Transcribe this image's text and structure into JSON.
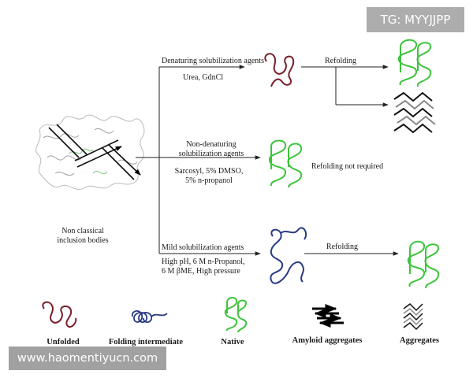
{
  "colors": {
    "unfolded": "#7a1f2b",
    "intermediate": "#2a3a86",
    "native": "#3cc43c",
    "amyloid": "#000000",
    "lines": "#222222"
  },
  "paths": {
    "denaturing": {
      "title": "Denaturing solubilization agents",
      "agents": "Urea, GdnCl",
      "step": "Refolding"
    },
    "non_denaturing": {
      "title_line1": "Non-denaturing",
      "title_line2": "solubilization agents",
      "agents_line1": "Sarcosyl, 5% DMSO,",
      "agents_line2": "5% n-propanol",
      "step": "Refolding not required"
    },
    "mild": {
      "title": "Mild solubilization agents",
      "agents_line1": "High pH, 6 M n-Propanol,",
      "agents_line2": "6 M βME, High pressure",
      "step": "Refolding"
    }
  },
  "source": {
    "label_line1": "Non classical",
    "label_line2": "inclusion bodies"
  },
  "legend": [
    {
      "key": "unfolded",
      "label": "Unfolded"
    },
    {
      "key": "intermediate",
      "label": "Folding intermediate"
    },
    {
      "key": "native",
      "label": "Native"
    },
    {
      "key": "amyloid",
      "label": "Amyloid aggregates"
    },
    {
      "key": "aggregates",
      "label": "Aggregates"
    }
  ],
  "watermarks": {
    "top": "TG: MYYJJPP",
    "bottom": "www.haomentiyucn.com"
  }
}
